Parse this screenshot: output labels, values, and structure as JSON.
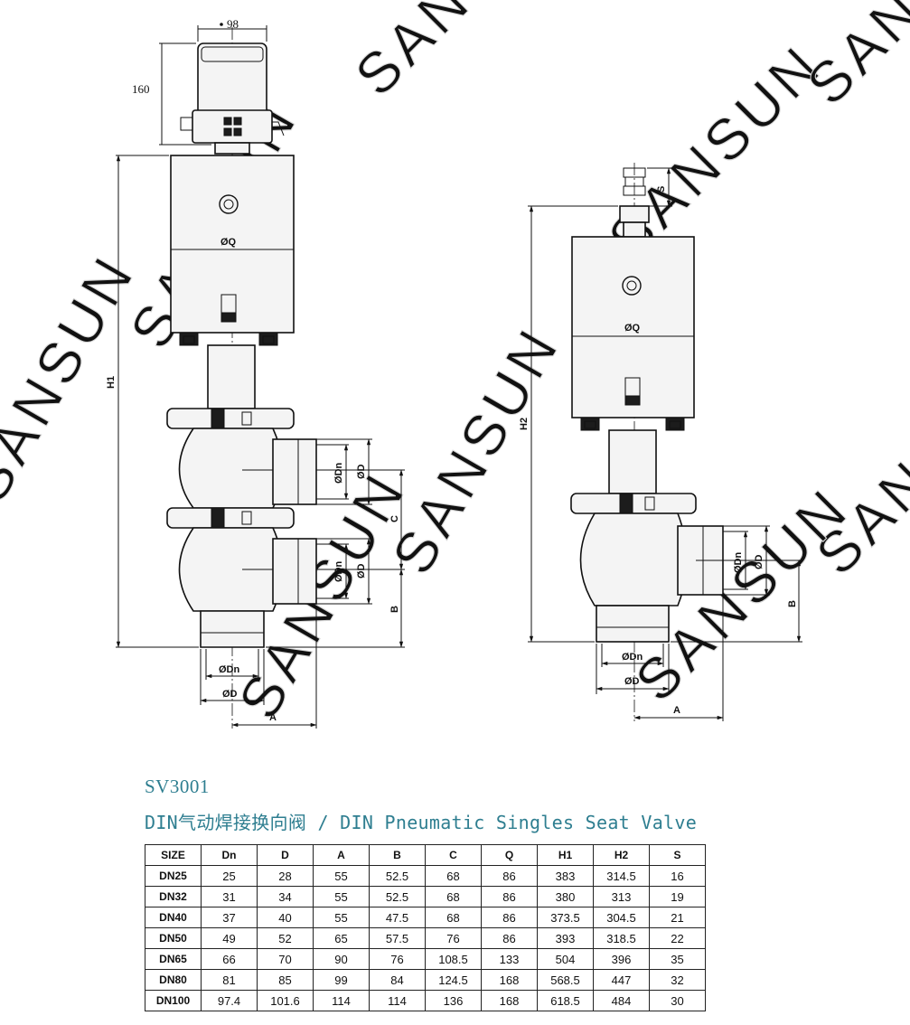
{
  "watermark": "SANSUN",
  "left_view": {
    "dims": {
      "top_width": "98",
      "actuator_height": "160",
      "h": "H1",
      "q": "ØQ",
      "dn": "ØDn",
      "d": "ØD",
      "c": "C",
      "b": "B",
      "a": "A"
    }
  },
  "right_view": {
    "dims": {
      "s": "S",
      "h": "H2",
      "q": "ØQ",
      "dn": "ØDn",
      "d": "ØD",
      "b": "B",
      "a": "A"
    }
  },
  "model_code": "SV3001",
  "title": "DIN气动焊接换向阀 / DIN Pneumatic Singles Seat Valve",
  "table": {
    "headers": [
      "SIZE",
      "Dn",
      "D",
      "A",
      "B",
      "C",
      "Q",
      "H1",
      "H2",
      "S"
    ],
    "rows": [
      [
        "DN25",
        "25",
        "28",
        "55",
        "52.5",
        "68",
        "86",
        "383",
        "314.5",
        "16"
      ],
      [
        "DN32",
        "31",
        "34",
        "55",
        "52.5",
        "68",
        "86",
        "380",
        "313",
        "19"
      ],
      [
        "DN40",
        "37",
        "40",
        "55",
        "47.5",
        "68",
        "86",
        "373.5",
        "304.5",
        "21"
      ],
      [
        "DN50",
        "49",
        "52",
        "65",
        "57.5",
        "76",
        "86",
        "393",
        "318.5",
        "22"
      ],
      [
        "DN65",
        "66",
        "70",
        "90",
        "76",
        "108.5",
        "133",
        "504",
        "396",
        "35"
      ],
      [
        "DN80",
        "81",
        "85",
        "99",
        "84",
        "124.5",
        "168",
        "568.5",
        "447",
        "32"
      ],
      [
        "DN100",
        "97.4",
        "101.6",
        "114",
        "114",
        "136",
        "168",
        "618.5",
        "484",
        "30"
      ]
    ]
  }
}
